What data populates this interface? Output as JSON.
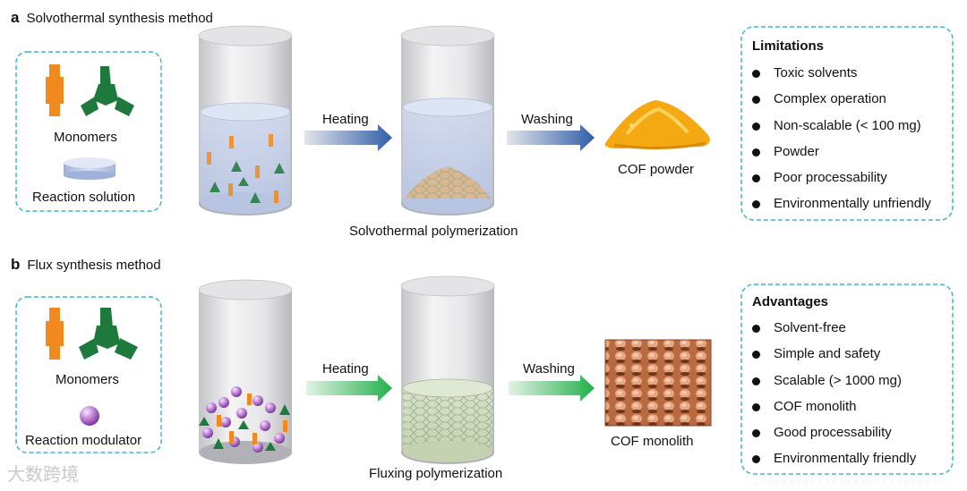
{
  "panel_a": {
    "header_letter": "a",
    "header_text": "Solvothermal synthesis method",
    "monomers_label": "Monomers",
    "solution_label": "Reaction solution",
    "step1_label": "Heating",
    "step2_label": "Washing",
    "vessel_caption": "Solvothermal polymerization",
    "product_label": "COF powder",
    "box_title": "Limitations",
    "items": [
      "Toxic solvents",
      "Complex operation",
      "Non-scalable (< 100 mg)",
      "Powder",
      "Poor processability",
      "Environmentally unfriendly"
    ]
  },
  "panel_b": {
    "header_letter": "b",
    "header_text": "Flux synthesis method",
    "monomers_label": "Monomers",
    "modulator_label": "Reaction modulator",
    "step1_label": "Heating",
    "step2_label": "Washing",
    "vessel_caption": "Fluxing polymerization",
    "product_label": "COF monolith",
    "box_title": "Advantages",
    "items": [
      "Solvent-free",
      "Simple and safety",
      "Scalable (> 1000 mg)",
      "COF monolith",
      "Good processability",
      "Environmentally friendly"
    ]
  },
  "watermark": "大数跨境",
  "colors": {
    "dashed_border": "#3fb3dc",
    "monomer_linear": "#f08a1e",
    "monomer_trigonal": "#1e7a3c",
    "modulator": "#b06ac8",
    "arrow_a": "#2f5fa8",
    "arrow_b": "#22b04b",
    "powder": "#f4a812",
    "monolith": "#c9774a"
  }
}
